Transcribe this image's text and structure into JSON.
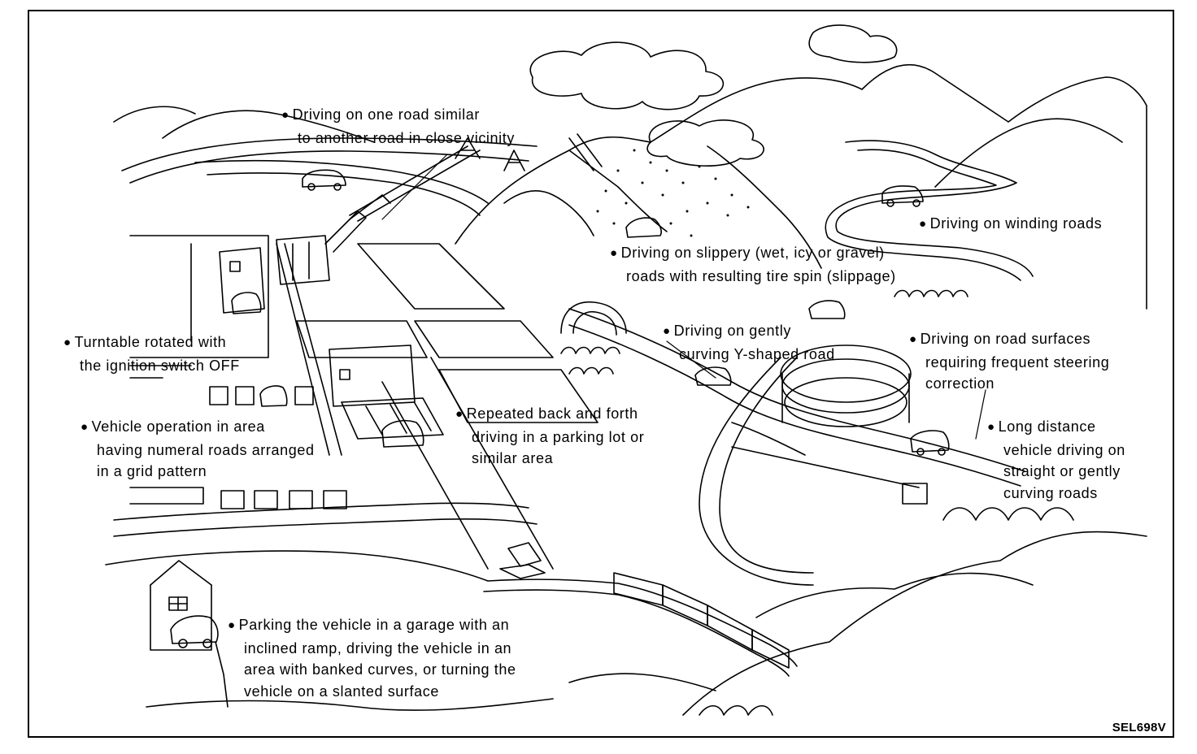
{
  "figure_code": "SEL698V",
  "labels": {
    "similar_road": [
      "Driving on one road similar",
      "to another road in close vicinity"
    ],
    "winding_roads": [
      "Driving on winding roads"
    ],
    "slippery": [
      "Driving on slippery (wet, icy or gravel)",
      "roads with resulting tire spin (slippage)"
    ],
    "turntable": [
      "Turntable rotated with",
      "the ignition switch OFF"
    ],
    "y_road": [
      "Driving on gently",
      "curving Y-shaped road"
    ],
    "steering": [
      "Driving on road surfaces",
      "requiring frequent steering",
      "correction"
    ],
    "grid": [
      "Vehicle operation in area",
      "having numeral roads arranged",
      "in a grid pattern"
    ],
    "parking_lot": [
      "Repeated back and forth",
      "driving in a parking lot or",
      "similar area"
    ],
    "long_distance": [
      "Long distance",
      "vehicle driving on",
      "straight or gently",
      "curving roads"
    ],
    "garage": [
      "Parking the vehicle in a garage with an",
      "inclined ramp, driving the vehicle in an",
      "area with banked curves, or turning the",
      "vehicle on a slanted surface"
    ]
  }
}
